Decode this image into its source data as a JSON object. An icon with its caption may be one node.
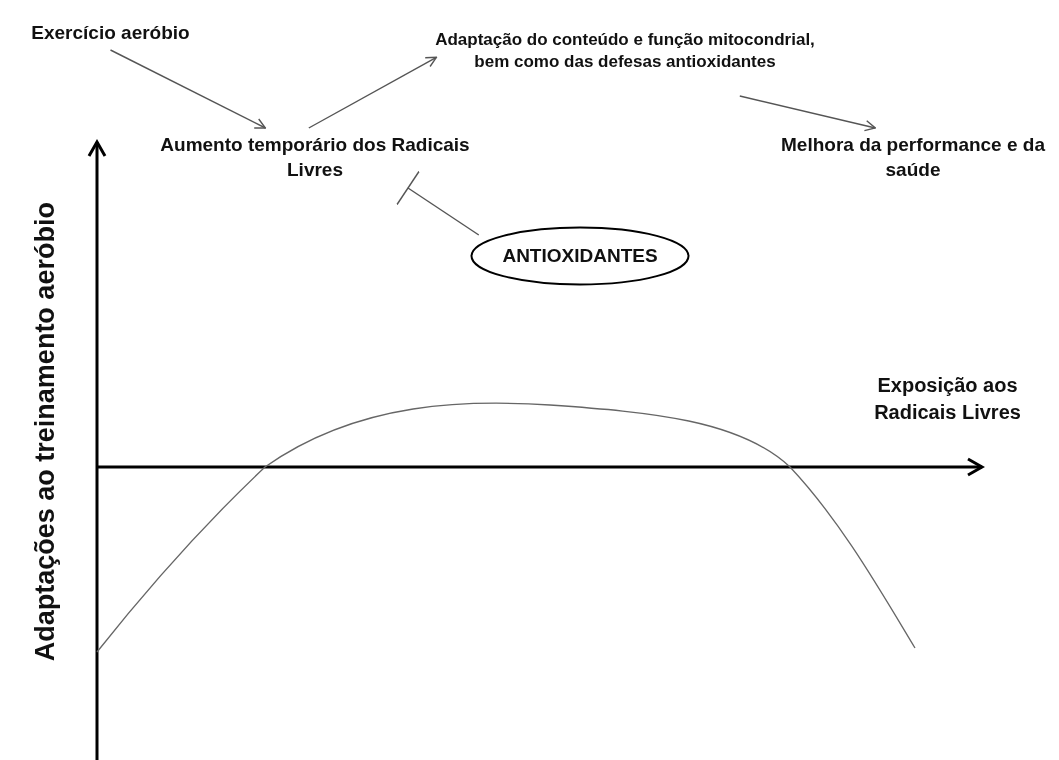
{
  "diagram": {
    "nodes": [
      {
        "text": [
          "Exercício aeróbio"
        ]
      },
      {
        "text": [
          "Aumento temporário dos Radicais Livres"
        ]
      },
      {
        "text": [
          "Adaptação do conteúdo e função mitocondrial, bem como das defesas antioxidantes"
        ]
      },
      {
        "text": [
          "Melhora da performance e da saúde"
        ]
      },
      {
        "text": [
          "ANTIOXIDANTES"
        ]
      }
    ],
    "edges": [
      {
        "from": 0,
        "to": 1,
        "arrow": "to"
      },
      {
        "from": 1,
        "to": 2,
        "arrow": "to"
      },
      {
        "from": 2,
        "to": 3,
        "arrow": "to"
      },
      {
        "from": 4,
        "to": 1,
        "arrow": "other"
      }
    ],
    "labels": [
      "Exposição aos Radicais Livres",
      "Adaptações ao treinamento aeróbio"
    ]
  }
}
